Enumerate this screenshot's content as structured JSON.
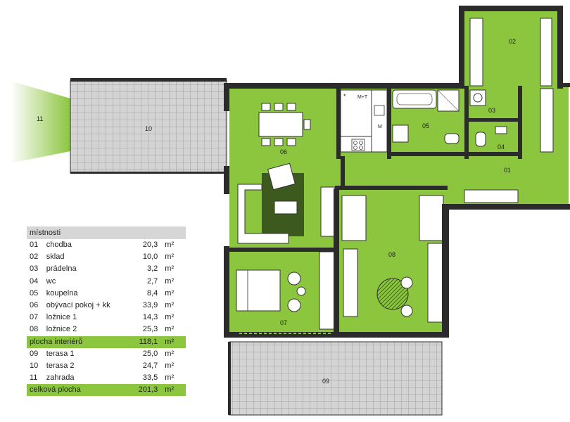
{
  "colors": {
    "wall": "#2b2b2b",
    "floor": "#8cc63f",
    "terrace": "#d4d4d4",
    "grid_line": "#8a8a8a",
    "garden_gradient_start": "#8cc63f",
    "furniture_dark": "#3c5a1e",
    "background": "#ffffff"
  },
  "rooms": [
    {
      "id": "01",
      "label": "01"
    },
    {
      "id": "02",
      "label": "02"
    },
    {
      "id": "03",
      "label": "03"
    },
    {
      "id": "04",
      "label": "04"
    },
    {
      "id": "05",
      "label": "05"
    },
    {
      "id": "06",
      "label": "06"
    },
    {
      "id": "07",
      "label": "07"
    },
    {
      "id": "08",
      "label": "08"
    },
    {
      "id": "09",
      "label": "09"
    },
    {
      "id": "10",
      "label": "10"
    },
    {
      "id": "11",
      "label": "11"
    }
  ],
  "kitchen_labels": {
    "star": "*",
    "mt": "M+T",
    "m": "M"
  },
  "legend": {
    "title": "místnosti",
    "unit": "m²",
    "interior_rows": [
      {
        "id": "01",
        "name": "chodba",
        "area": "20,3"
      },
      {
        "id": "02",
        "name": "sklad",
        "area": "10,0"
      },
      {
        "id": "03",
        "name": "prádelna",
        "area": "3,2"
      },
      {
        "id": "04",
        "name": "wc",
        "area": "2,7"
      },
      {
        "id": "05",
        "name": "koupelna",
        "area": "8,4"
      },
      {
        "id": "06",
        "name": "obývací pokoj + kk",
        "area": "33,9"
      },
      {
        "id": "07",
        "name": "ložnice 1",
        "area": "14,3"
      },
      {
        "id": "08",
        "name": "ložnice 2",
        "area": "25,3"
      }
    ],
    "interior_total": {
      "name": "plocha interiérů",
      "area": "118,1"
    },
    "exterior_rows": [
      {
        "id": "09",
        "name": "terasa 1",
        "area": "25,0"
      },
      {
        "id": "10",
        "name": "terasa 2",
        "area": "24,7"
      },
      {
        "id": "11",
        "name": "zahrada",
        "area": "33,5"
      }
    ],
    "grand_total": {
      "name": "celková plocha",
      "area": "201,3"
    }
  }
}
